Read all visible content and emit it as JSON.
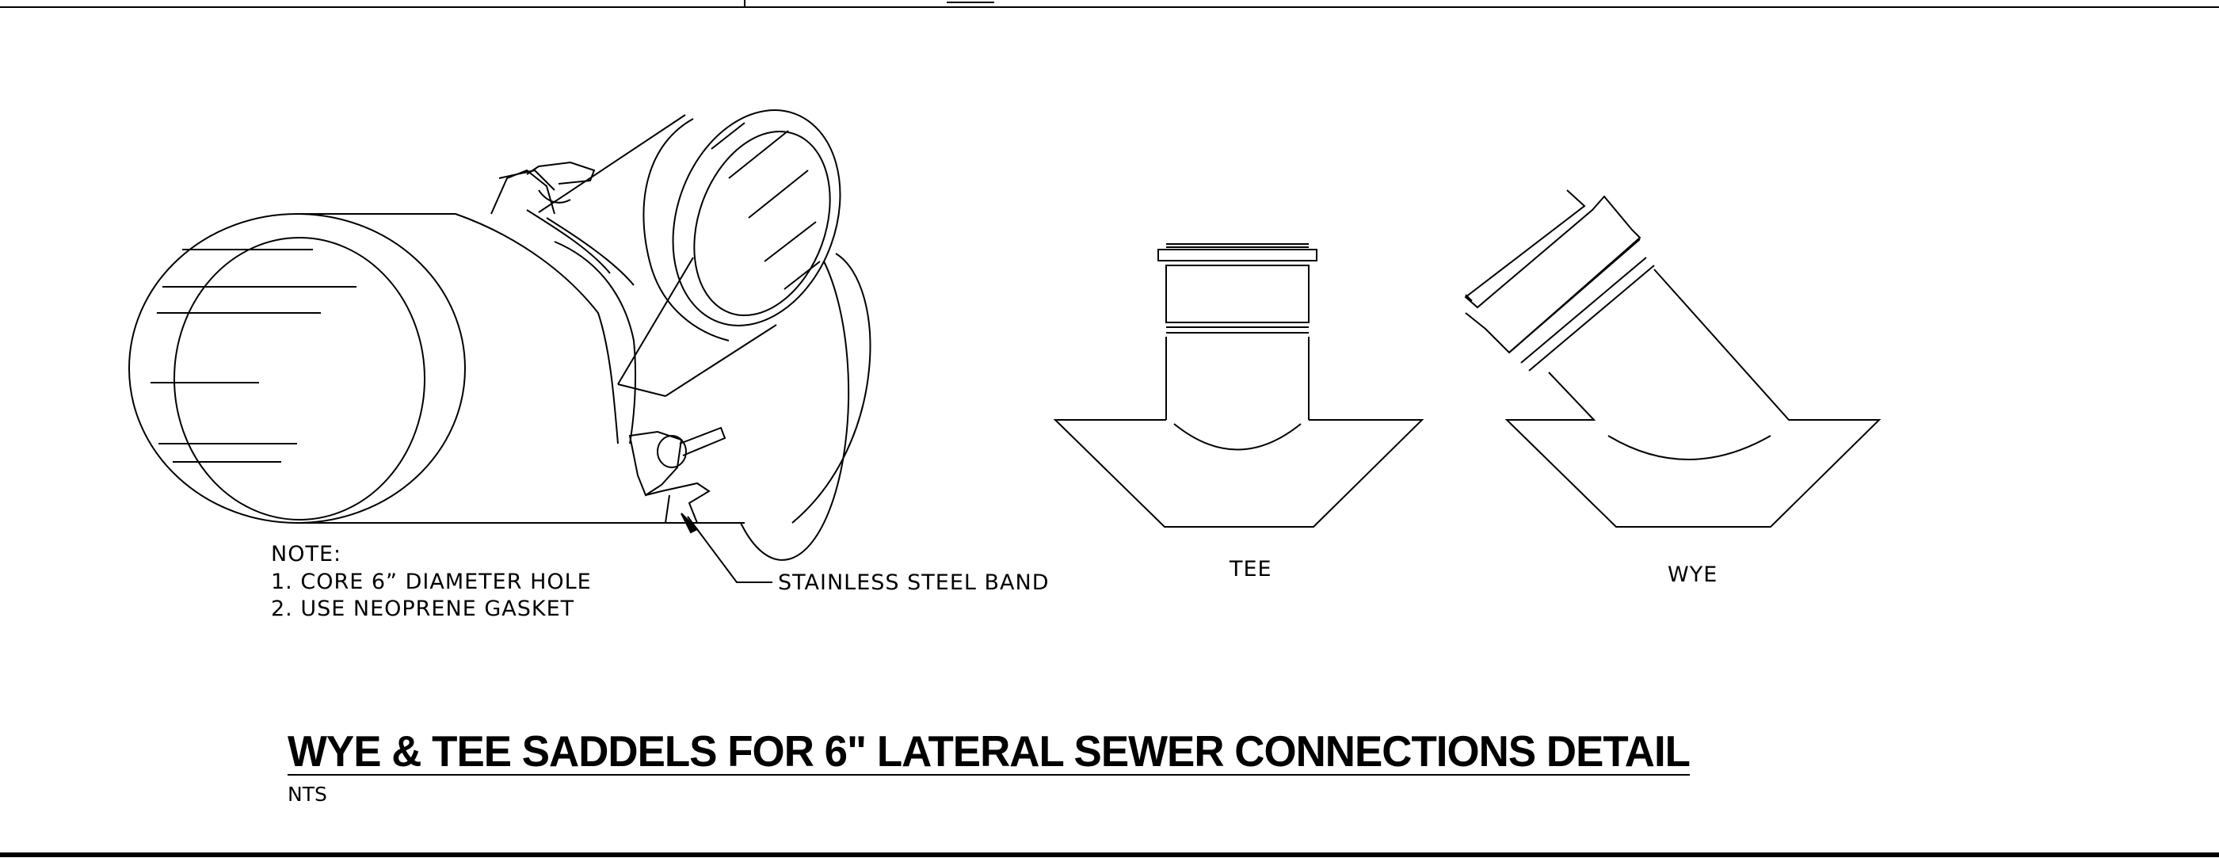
{
  "drawing": {
    "title": "WYE & TEE SADDELS FOR 6\"  LATERAL SEWER CONNECTIONS DETAIL",
    "scale_note": "NTS",
    "notes": {
      "heading": "NOTE:",
      "items": [
        "1. CORE 6” DIAMETER HOLE",
        "2. USE NEOPRENE GASKET"
      ]
    },
    "callout": "STAINLESS STEEL BAND",
    "labels": {
      "tee": "TEE",
      "wye": "WYE"
    }
  },
  "colors": {
    "line": "#000000",
    "background": "#ffffff"
  }
}
